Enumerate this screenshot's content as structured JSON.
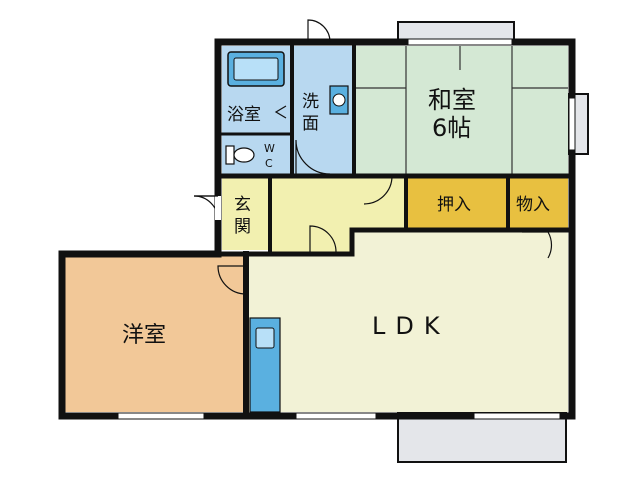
{
  "rooms": {
    "bath": "浴室",
    "wc_top": "W",
    "wc_bottom": "C",
    "washroom_top": "洗",
    "washroom_bottom": "面",
    "washitsu_name": "和室",
    "washitsu_size": "6帖",
    "oshiire": "押入",
    "monoire": "物入",
    "genkan_top": "玄",
    "genkan_bottom": "関",
    "yoshitsu": "洋室",
    "ldk": "LDK"
  },
  "colors": {
    "wall": "#111111",
    "washitsu": "#d4e8d4",
    "ldk": "#f2f2d6",
    "genkan": "#f2f0b0",
    "yoshitsu": "#f2c898",
    "storage": "#e8c040",
    "water": "#b8d8f0",
    "fixture": "#5ab0e0",
    "balcony": "#e4e6ea"
  }
}
